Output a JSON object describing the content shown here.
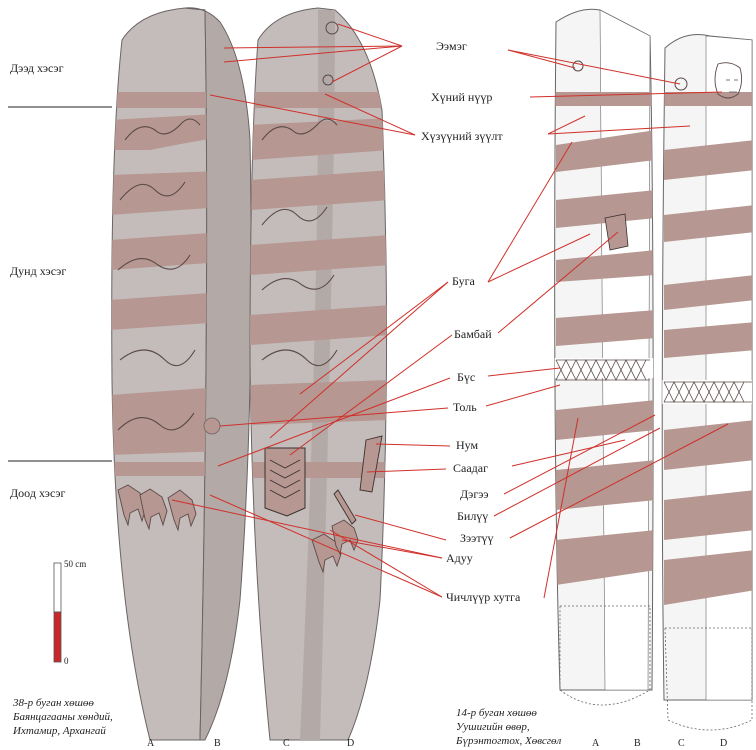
{
  "sections": {
    "upper": "Дээд хэсэг",
    "middle": "Дунд хэсэг",
    "lower": "Доод хэсэг"
  },
  "labels": {
    "eemeg": "Ээмэг",
    "face": "Хүний нүүр",
    "necklace": "Хүзүүний зүүлт",
    "deer": "Буга",
    "shield": "Бамбай",
    "belt": "Бүс",
    "mirror": "Толь",
    "bow": "Нум",
    "quiver": "Саадаг",
    "pattern": "Дэгээ",
    "whetstone": "Билүү",
    "dagger": "Зээтүү",
    "horse": "Адуу",
    "axe": "Чичлүүр хутга"
  },
  "scale": {
    "top": "50 cm",
    "bottom": "0"
  },
  "left_caption": [
    "38-р буган хөшөө",
    "Баянцагааны хөндий,",
    "Ихтамир, Архангай"
  ],
  "right_caption": [
    "14-р буган хөшөө",
    "Уушигийн өвөр,",
    "Бүрэнтогтох, Хөвсгөл"
  ],
  "faces_left": [
    "A",
    "B",
    "C",
    "D"
  ],
  "faces_right": [
    "A",
    "B",
    "C",
    "D"
  ],
  "colors": {
    "stone": "#c4bcba",
    "stone_dark": "#b3aaa7",
    "carving": "#b69791",
    "leader": "#d0302a",
    "scale_red": "#c8282a"
  }
}
